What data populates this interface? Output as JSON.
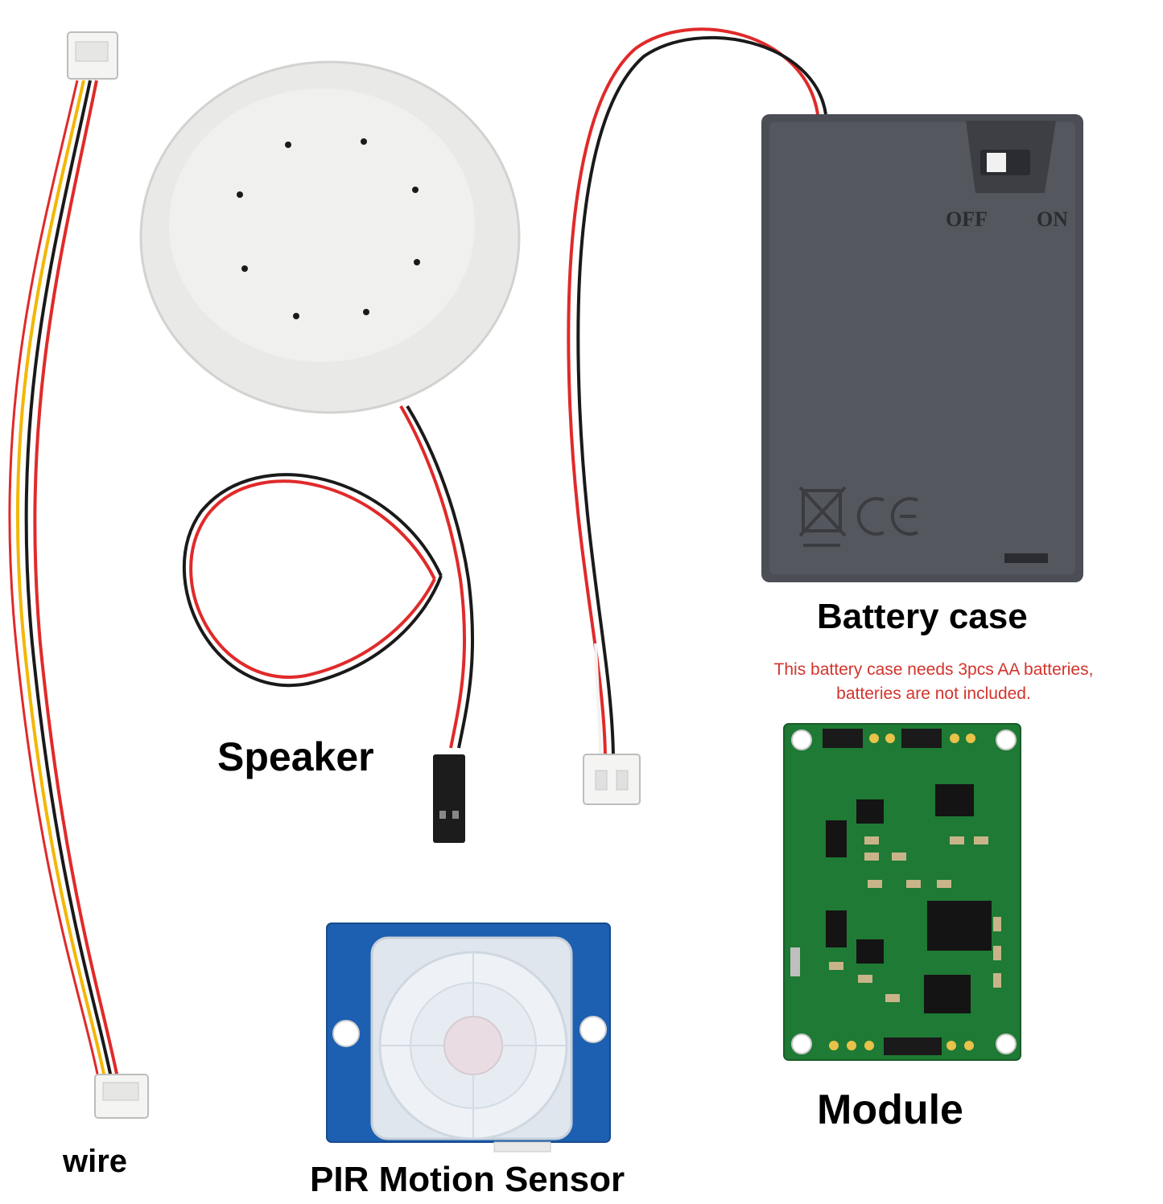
{
  "labels": {
    "wire": "wire",
    "speaker": "Speaker",
    "pir": "PIR Motion Sensor",
    "battery": "Battery case",
    "module": "Module"
  },
  "battery_note": {
    "line1": "This battery case needs 3pcs AA batteries,",
    "line2": "batteries are not included."
  },
  "battery_switch": {
    "off": "OFF",
    "on": "ON"
  },
  "colors": {
    "note_red": "#d2342c",
    "battery_case": "#4b4e55",
    "pcb_green": "#1e7a34",
    "pir_blue": "#1d5fb0",
    "wire_red": "#e02a2a",
    "wire_black": "#1a1a1a",
    "wire_yellow": "#f2b705"
  }
}
